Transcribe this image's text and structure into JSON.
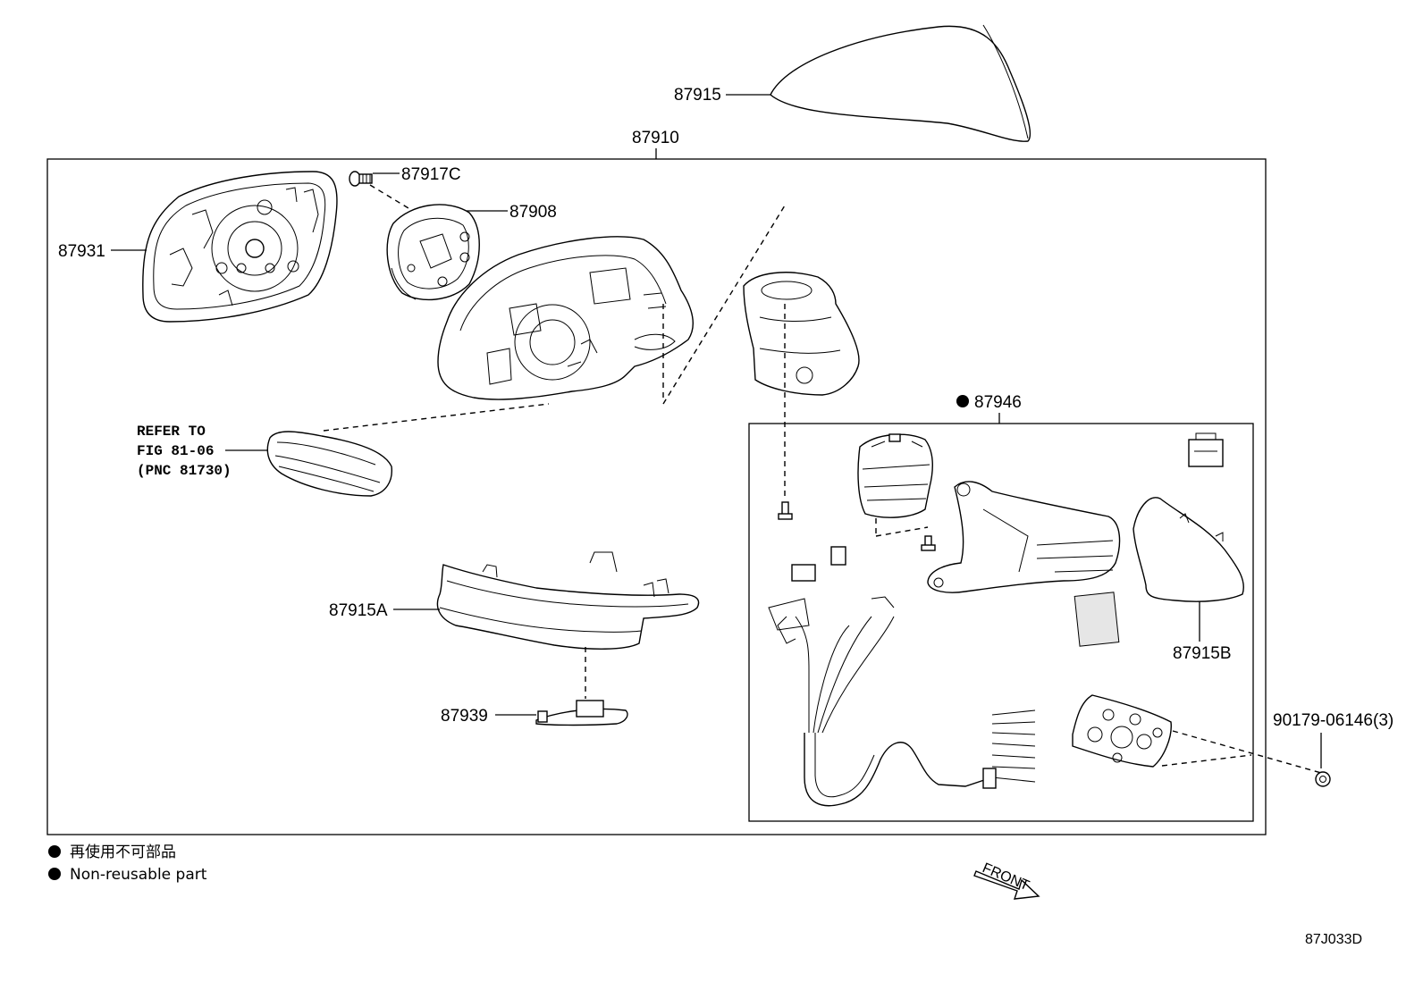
{
  "parts": {
    "p87915": "87915",
    "p87910": "87910",
    "p87917c": "87917C",
    "p87908": "87908",
    "p87931": "87931",
    "p87946": "87946",
    "p87915a": "87915A",
    "p87915b": "87915B",
    "p87939": "87939",
    "p90179": "90179-06146(3)"
  },
  "refer": {
    "line1": "REFER TO",
    "line2": "FIG 81-06",
    "line3": "(PNC 81730)"
  },
  "legend": {
    "non_reusable_jp": "再使用不可部品",
    "non_reusable_en": "Non-reusable part"
  },
  "front_label": "FRONT",
  "diagram_code": "87J033D"
}
